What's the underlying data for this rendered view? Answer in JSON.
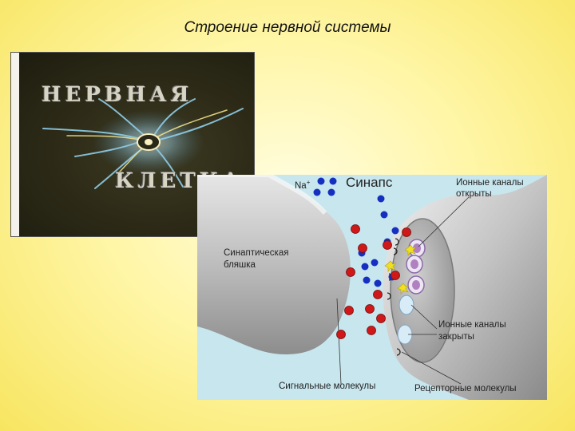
{
  "slide": {
    "title": "Строение нервной системы"
  },
  "photo": {
    "word_top": "НЕРВНАЯ",
    "word_bottom": "КЛЕТКА"
  },
  "diagram": {
    "na_label": "Na",
    "na_charge": "+",
    "synapse_label": "Синапс",
    "open_channels_label_1": "Ионные каналы",
    "open_channels_label_2": "открыты",
    "plaque_label_1": "Синаптическая",
    "plaque_label_2": "бляшка",
    "closed_channels_label_1": "Ионные каналы",
    "closed_channels_label_2": "закрыты",
    "signal_molecules_label": "Сигнальные молекулы",
    "receptor_molecules_label": "Рецепторные молекулы",
    "colors": {
      "background": "#c8e6ee",
      "sodium_ion": "#1530c0",
      "signal_molecule": "#d01818",
      "open_channel": "#b080c0",
      "closed_channel": "#d8ecf8",
      "activation": "#f0e020"
    }
  }
}
